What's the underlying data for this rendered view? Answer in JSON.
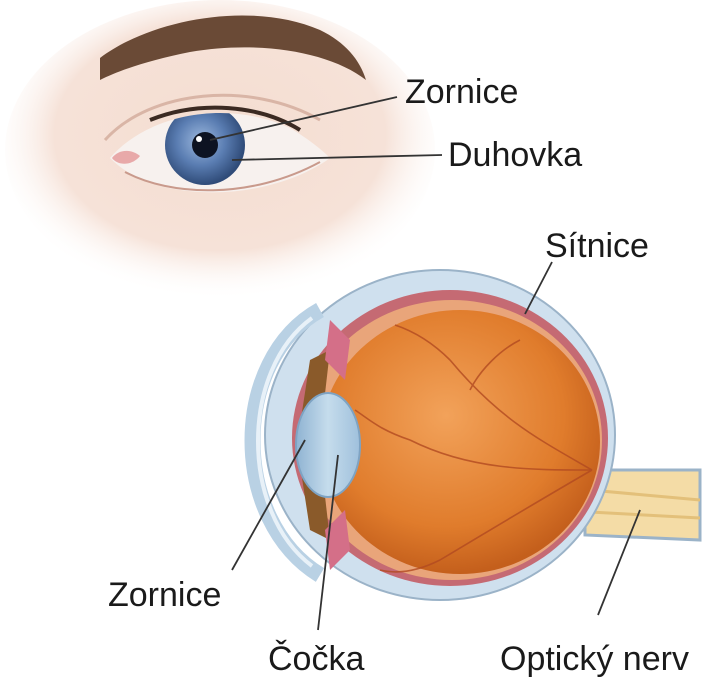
{
  "labels": {
    "outer_pupil": "Zornice",
    "outer_iris": "Duhovka",
    "retina": "Sítnice",
    "section_pupil": "Zornice",
    "lens": "Čočka",
    "optic_nerve": "Optický nerv"
  },
  "colors": {
    "skin": "#f1d3c4",
    "brow": "#6a4a36",
    "iris": "#5b7fb4",
    "pupil": "#0d1322",
    "sclera_section": "#cfe0ee",
    "vitreous": "#e07c2c",
    "choroid": "#c56a73",
    "lens": "#a9c8df",
    "nerve": "#f4dca6",
    "leader": "#333333"
  }
}
